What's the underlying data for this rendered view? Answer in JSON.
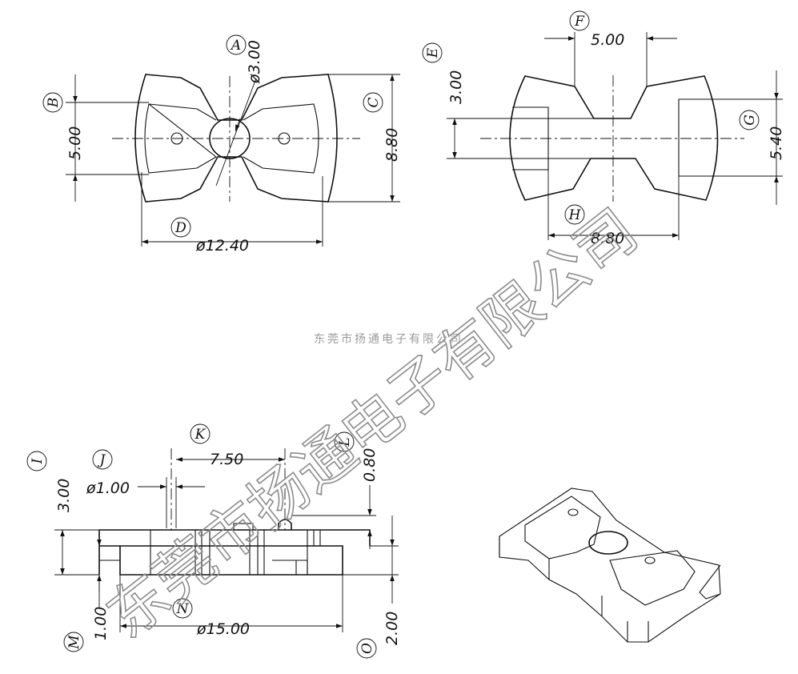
{
  "views": {
    "top_left": {
      "labels": {
        "a": "A",
        "b": "B",
        "c": "C",
        "d": "D"
      },
      "dims": {
        "hole": "ø3.00",
        "left_h": "5.00",
        "right_h": "8.80",
        "width": "ø12.40"
      }
    },
    "top_right": {
      "labels": {
        "e": "E",
        "f": "F",
        "g": "G",
        "h": "H"
      },
      "dims": {
        "left_h": "3.00",
        "top_w": "5.00",
        "right_h": "5.40",
        "bottom_w": "8.80"
      }
    },
    "side": {
      "labels": {
        "i": "I",
        "j": "J",
        "k": "K",
        "l": "L",
        "m": "M",
        "n": "N",
        "o": "O"
      },
      "dims": {
        "total_h": "3.00",
        "pin_d": "ø1.00",
        "pin_span": "7.50",
        "pin_h": "0.80",
        "base_h": "1.00",
        "width": "ø15.00",
        "right_h": "2.00"
      }
    }
  },
  "watermark": {
    "small": "东莞市扬通电子有限公司",
    "big": "东莞市扬通电子有限公司"
  }
}
